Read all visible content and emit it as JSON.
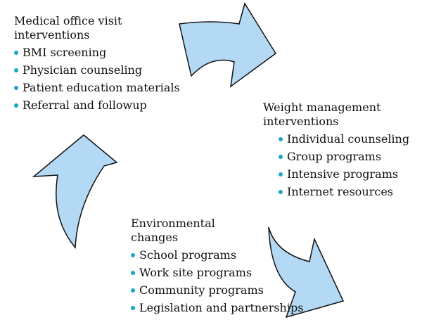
{
  "colors": {
    "arrow_fill": "#b3d9f5",
    "arrow_stroke": "#111111",
    "bullet": "#1aa6c6"
  },
  "medical": {
    "title_line1": "Medical office visit",
    "title_line2": "interventions",
    "items": [
      "BMI screening",
      "Physician counseling",
      "Patient education materials",
      "Referral and followup"
    ]
  },
  "weight": {
    "title_line1": "Weight management",
    "title_line2": "interventions",
    "items": [
      "Individual counseling",
      "Group programs",
      "Intensive programs",
      "Internet resources"
    ]
  },
  "environment": {
    "title_line1": "Environmental",
    "title_line2": "changes",
    "items": [
      "School programs",
      "Work site programs",
      "Community programs",
      "Legislation and partnerships"
    ]
  }
}
